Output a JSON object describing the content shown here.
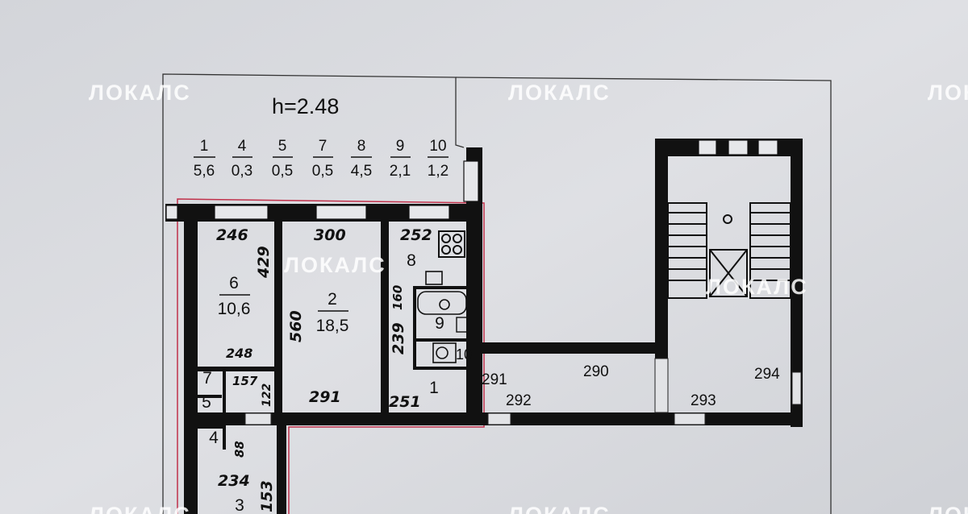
{
  "ceiling_height": "h=2.48",
  "area_table": [
    {
      "room": "1",
      "area": "5,6"
    },
    {
      "room": "4",
      "area": "0,3"
    },
    {
      "room": "5",
      "area": "0,5"
    },
    {
      "room": "7",
      "area": "0,5"
    },
    {
      "room": "8",
      "area": "4,5"
    },
    {
      "room": "9",
      "area": "2,1"
    },
    {
      "room": "10",
      "area": "1,2"
    }
  ],
  "rooms": {
    "r6": {
      "number": "6",
      "area": "10,6"
    },
    "r2": {
      "number": "2",
      "area": "18,5"
    },
    "r8": {
      "number": "8"
    },
    "r9": {
      "number": "9"
    },
    "r10": {
      "number": "10"
    },
    "r1": {
      "number": "1"
    },
    "r7": {
      "number": "7"
    },
    "r5": {
      "number": "5"
    },
    "r4": {
      "number": "4"
    },
    "r3": {
      "number": "3"
    }
  },
  "dimensions": {
    "d246": "246",
    "d429": "429",
    "d300": "300",
    "d252": "252",
    "d560": "560",
    "d160": "160",
    "d239": "239",
    "d248": "248",
    "d157": "157",
    "d122": "122",
    "d291a": "291",
    "d251": "251",
    "d291b": "291",
    "d292": "292",
    "d290": "290",
    "d293": "293",
    "d294": "294",
    "d234": "234",
    "d153": "153",
    "d88": "88"
  },
  "watermark": "ЛОКАЛС"
}
